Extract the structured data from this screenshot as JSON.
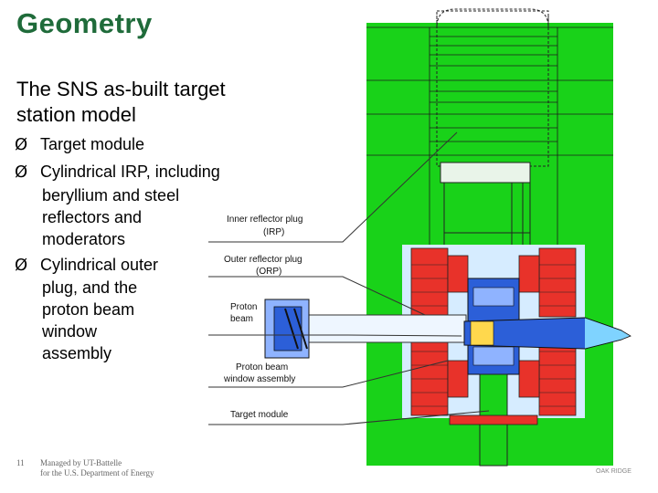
{
  "slide": {
    "title": "Geometry",
    "subtitle_line1": "The SNS as-built target",
    "subtitle_line2": "station model",
    "bullets": [
      {
        "lines": [
          "Target module"
        ]
      },
      {
        "lines": [
          "Cylindrical IRP, including",
          "beryllium and steel",
          "reflectors and",
          "moderators"
        ]
      },
      {
        "lines": [
          "Cylindrical outer",
          "plug, and the",
          "proton beam",
          "window",
          "assembly"
        ]
      }
    ],
    "bullet_arrow": "Ø"
  },
  "diagram": {
    "labels": {
      "irp_1": "Inner reflector plug",
      "irp_2": "(IRP)",
      "orp_1": "Outer reflector plug",
      "orp_2": "(ORP)",
      "beam_1": "Proton",
      "beam_2": "beam",
      "window_1": "Proton beam",
      "window_2": "window assembly",
      "target": "Target module"
    },
    "colors": {
      "green": "#19d219",
      "red": "#e8322a",
      "blue": "#2c5fd8",
      "light_blue": "#8fb3ff",
      "cyan": "#7fd3ff",
      "dark": "#111111"
    }
  },
  "footer": {
    "page_number": "11",
    "line1": "Managed by UT-Battelle",
    "line2": "for the U.S. Department of Energy",
    "logo_text": "OAK RIDGE"
  }
}
